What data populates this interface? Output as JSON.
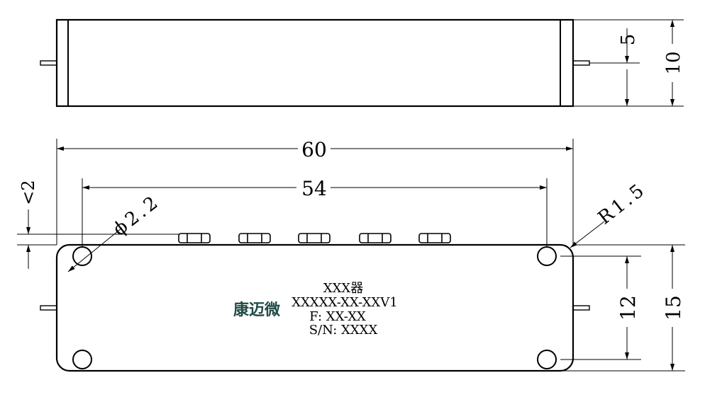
{
  "dimensions": {
    "side_pin_height": "5",
    "side_total_height": "10",
    "overall_length": "60",
    "hole_spacing_length": "54",
    "connector_offset": "<2",
    "hole_diameter": "ϕ2.2",
    "corner_radius": "R1.5",
    "hole_spacing_height": "12",
    "overall_height": "15"
  },
  "label": {
    "line1": "XXX器",
    "line2": "XXXXX-XX-XXV1",
    "line3": "F: XX-XX",
    "line4": "S/N: XXXX"
  },
  "logo": {
    "text": "康迈微",
    "color": "#1f4a47"
  }
}
